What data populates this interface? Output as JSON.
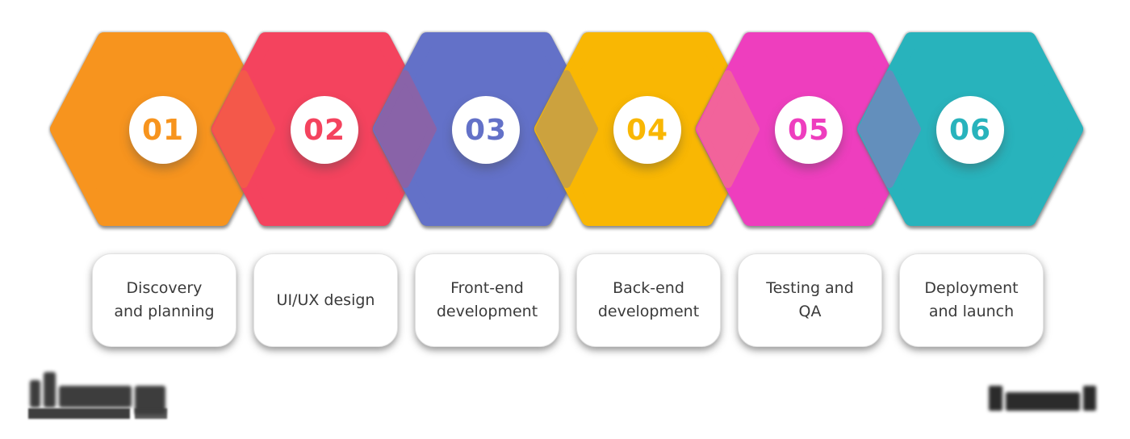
{
  "page": {
    "background": "#ffffff",
    "text_color": "#3a3a3a",
    "circle_bg": "#ffffff"
  },
  "steps": [
    {
      "number": "01",
      "label": "Discovery and planning",
      "label_lines": [
        "Discovery",
        "and planning"
      ],
      "color": "#F7941E"
    },
    {
      "number": "02",
      "label": "UI/UX design",
      "label_lines": [
        "UI/UX design"
      ],
      "color": "#F4435E"
    },
    {
      "number": "03",
      "label": "Front-end development",
      "label_lines": [
        "Front-end",
        "development"
      ],
      "color": "#6371C8"
    },
    {
      "number": "04",
      "label": "Back-end development",
      "label_lines": [
        "Back-end",
        "development"
      ],
      "color": "#F9B703"
    },
    {
      "number": "05",
      "label": "Testing and QA",
      "label_lines": [
        "Testing and",
        "QA"
      ],
      "color": "#EE3EBE"
    },
    {
      "number": "06",
      "label": "Deployment and launch",
      "label_lines": [
        "Deployment",
        "and launch"
      ],
      "color": "#28B3BC"
    }
  ],
  "connectors": [
    {
      "between": "01-02",
      "color": "#F4584A"
    },
    {
      "between": "02-03",
      "color": "#8963A8"
    },
    {
      "between": "03-04",
      "color": "#CCA23E"
    },
    {
      "between": "04-05",
      "color": "#F2639B"
    },
    {
      "between": "05-06",
      "color": "#638FBC"
    }
  ],
  "watermarks": {
    "bottom_left": {
      "type": "blurred-logo-with-underline",
      "color": "#3d3d3d"
    },
    "bottom_right": {
      "type": "blurred-wordmark",
      "color": "#2b2b2b"
    }
  }
}
